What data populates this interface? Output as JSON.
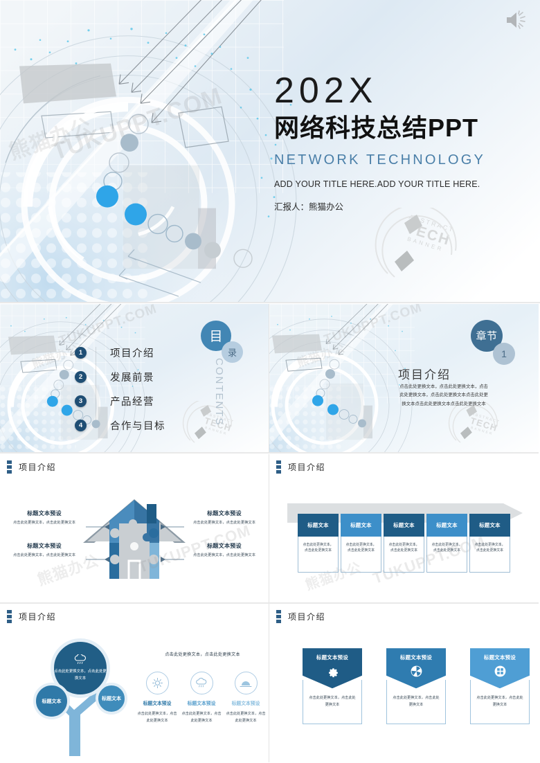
{
  "hero": {
    "year": "202X",
    "title_cn": "网络科技总结PPT",
    "title_en": "NETWORK TECHNOLOGY",
    "subtitle": "ADD YOUR TITLE HERE.ADD YOUR TITLE HERE.",
    "author": "汇报人：熊猫办公",
    "speaker_icon": "speaker-icon"
  },
  "watermark": {
    "en": "TUKUPPT.COM",
    "cn": "熊猫办公"
  },
  "logo": {
    "line1": "ABSTRACT",
    "line2": "TECH",
    "line3": "BANNER"
  },
  "toc": {
    "badge_cn_1": "目",
    "badge_cn_2": "录",
    "badge_en": "CONTENTS",
    "items": [
      {
        "num": "1",
        "label": "项目介绍"
      },
      {
        "num": "2",
        "label": "发展前景"
      },
      {
        "num": "3",
        "label": "产品经营"
      },
      {
        "num": "4",
        "label": "合作与目标"
      }
    ]
  },
  "chapter": {
    "badge_label": "章节",
    "badge_num": "1",
    "title": "项目介绍",
    "body": "点击此处更换文本，点击此处更换文本，点击此处更换文本，点击此处更换文本点击此处更换文本点击此处更换文本点击此处更换文本"
  },
  "section_title": "项目介绍",
  "puzzle_slide": {
    "title": "项目介绍",
    "labels": [
      {
        "title": "标题文本预设",
        "body": "点击此处更换文本，点击此处更换文本"
      },
      {
        "title": "标题文本预设",
        "body": "点击此处更换文本，点击此处更换文本"
      },
      {
        "title": "标题文本预设",
        "body": "点击此处更换文本，点击此处更换文本"
      },
      {
        "title": "标题文本预设",
        "body": "点击此处更换文本，点击此处更换文本"
      }
    ]
  },
  "table_slide": {
    "title": "项目介绍",
    "columns": [
      {
        "header": "标题文本",
        "body": "点击此处更换文本，点击此处更换文本",
        "color": "#1f5c86"
      },
      {
        "header": "标题文本",
        "body": "点击此处更换文本，点击此处更换文本",
        "color": "#3d8fc9"
      },
      {
        "header": "标题文本",
        "body": "点击此处更换文本，点击此处更换文本",
        "color": "#1f5c86"
      },
      {
        "header": "标题文本",
        "body": "点击此处更换文本，点击此处更换文本",
        "color": "#3d8fc9"
      },
      {
        "header": "标题文本",
        "body": "点击此处更换文本，点击此处更换文本",
        "color": "#1f5c86"
      }
    ]
  },
  "tree_slide": {
    "title": "项目介绍",
    "tree_main_text": "点击此处更换文本，点击此处更换文本",
    "leaf_left": "标题文本",
    "leaf_right": "标题文本",
    "headline": "点击此处更换文本，点击此处更换文本",
    "columns": [
      {
        "icon": "sun-icon",
        "title": "标题文本预设",
        "body": "点击此处更换文本，点击此处更换文本",
        "color": "#2f79a8"
      },
      {
        "icon": "rain-cloud-icon",
        "title": "标题文本预设",
        "body": "点击此处更换文本，点击此处更换文本",
        "color": "#5aa0cd"
      },
      {
        "icon": "sunrise-icon",
        "title": "标题文本预设",
        "body": "点击此处更换文本，点击此处更换文本",
        "color": "#8dc0e0"
      }
    ]
  },
  "cards_slide": {
    "title": "项目介绍",
    "cards": [
      {
        "icon": "gear-icon",
        "title": "标题文本预设",
        "body": "点击此处更换文本，点击此处更换文本",
        "color": "#1f5c86"
      },
      {
        "icon": "aperture-icon",
        "title": "标题文本预设",
        "body": "点击此处更换文本，点击此处更换文本",
        "color": "#2f7cb0"
      },
      {
        "icon": "windows-grid-icon",
        "title": "标题文本预设",
        "body": "点击此处更换文本，点击此处更换文本",
        "color": "#4f9ed4"
      }
    ]
  }
}
